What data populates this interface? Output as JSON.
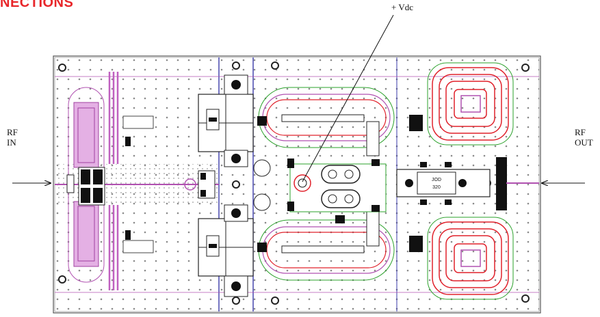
{
  "title": "NECTIONS",
  "vdc_label": "+ Vdc",
  "rf_in": {
    "line1": "RF",
    "line2": "IN"
  },
  "rf_out": {
    "line1": "RF",
    "line2": "OUT"
  },
  "package_marking": {
    "line1": "JOD",
    "line2": "320"
  }
}
